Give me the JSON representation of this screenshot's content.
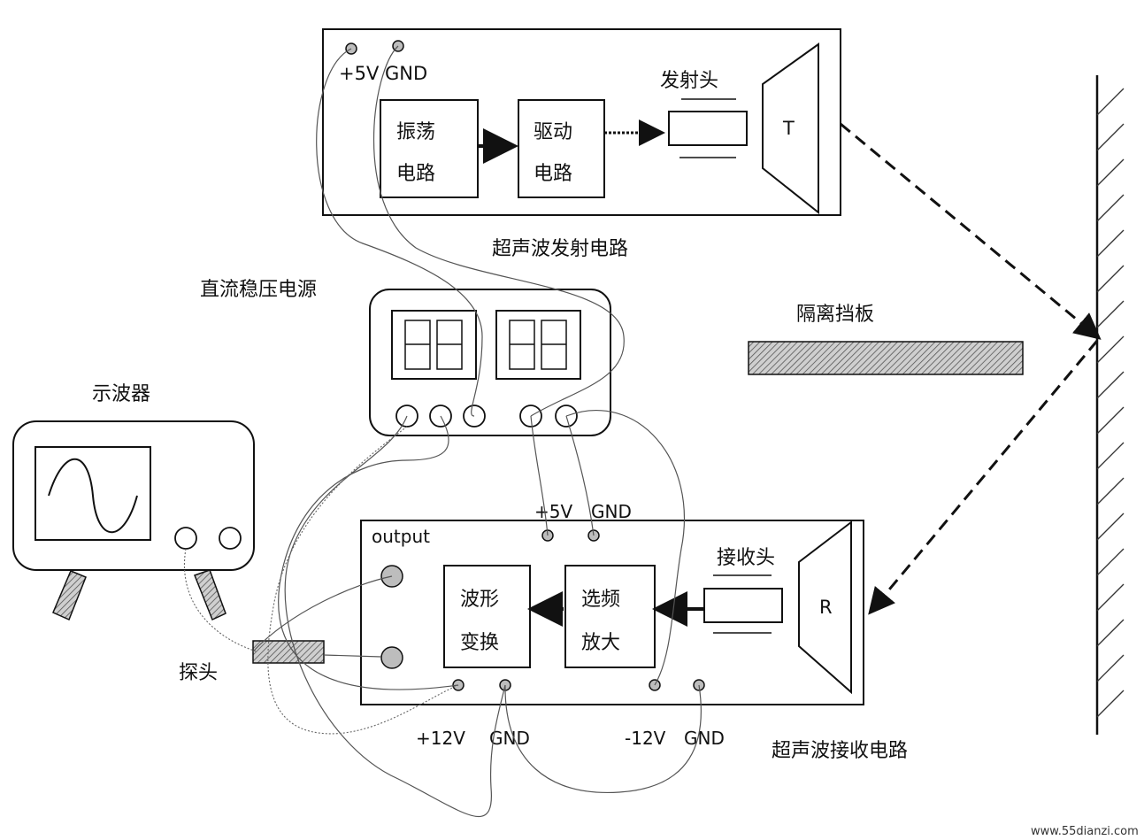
{
  "transmitter": {
    "plus5v_gnd": "+5V GND",
    "osc_line1": "振荡",
    "osc_line2": "电路",
    "drv_line1": "驱动",
    "drv_line2": "电路",
    "emitter": "发射头",
    "t_label": "T",
    "title": "超声波发射电路"
  },
  "power_supply": {
    "title": "直流稳压电源"
  },
  "baffle": {
    "label": "隔离挡板"
  },
  "oscilloscope": {
    "title": "示波器",
    "probe": "探头"
  },
  "receiver": {
    "output": "output",
    "plus5v": "+5V",
    "gnd_top": "GND",
    "wave_line1": "波形",
    "wave_line2": "变换",
    "amp_line1": "选频",
    "amp_line2": "放大",
    "sensor": "接收头",
    "r_label": "R",
    "plus12v": "+12V",
    "gnd1": "GND",
    "minus12v": "-12V",
    "gnd2": "GND",
    "title": "超声波接收电路"
  },
  "watermark": "www.55dianzi.com"
}
